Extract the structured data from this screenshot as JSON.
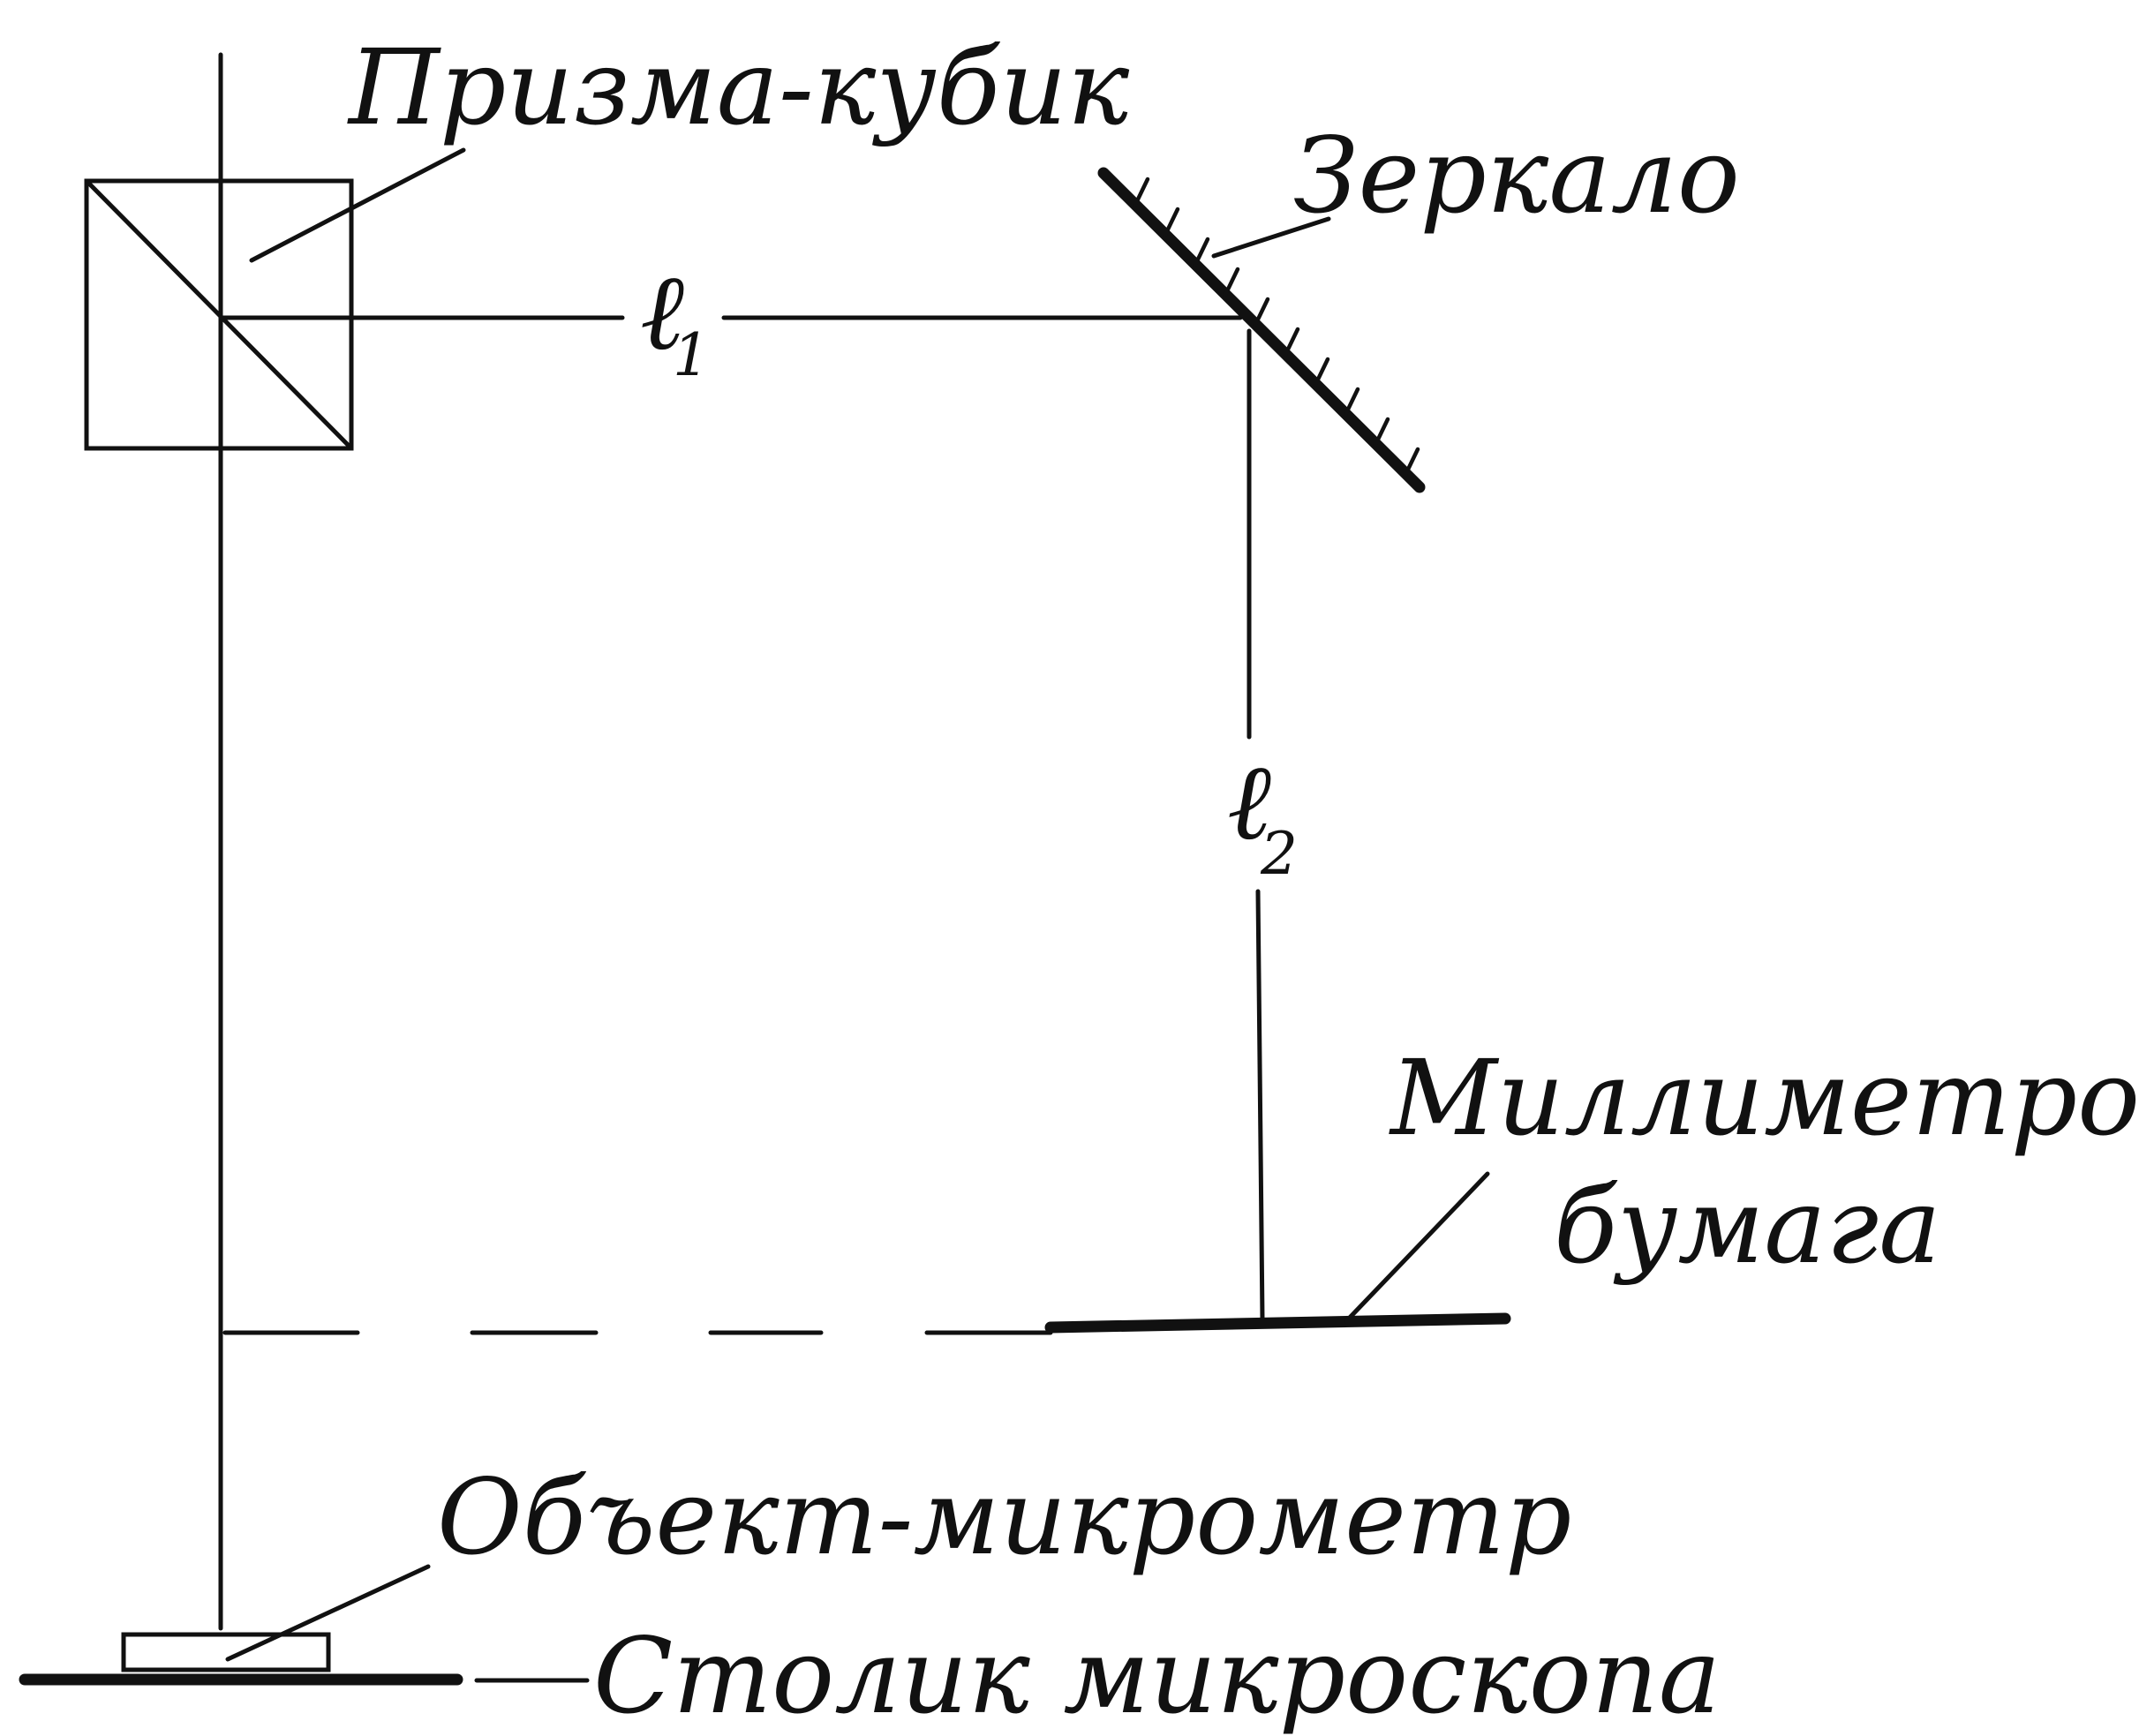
{
  "labels": {
    "prism_cube": "Призма-кубик",
    "mirror": "Зеркало",
    "l1_symbol": "ℓ",
    "l1_subscript": "1",
    "l2_symbol": "ℓ",
    "l2_subscript": "2",
    "millimeter_paper_line1": "Миллиметровая",
    "millimeter_paper_line2": "бумага",
    "object_micrometer": "Объект-микрометр",
    "microscope_stage": "Столик микроскопа"
  },
  "colors": {
    "ink": "#111111",
    "paper": "#ffffff"
  }
}
